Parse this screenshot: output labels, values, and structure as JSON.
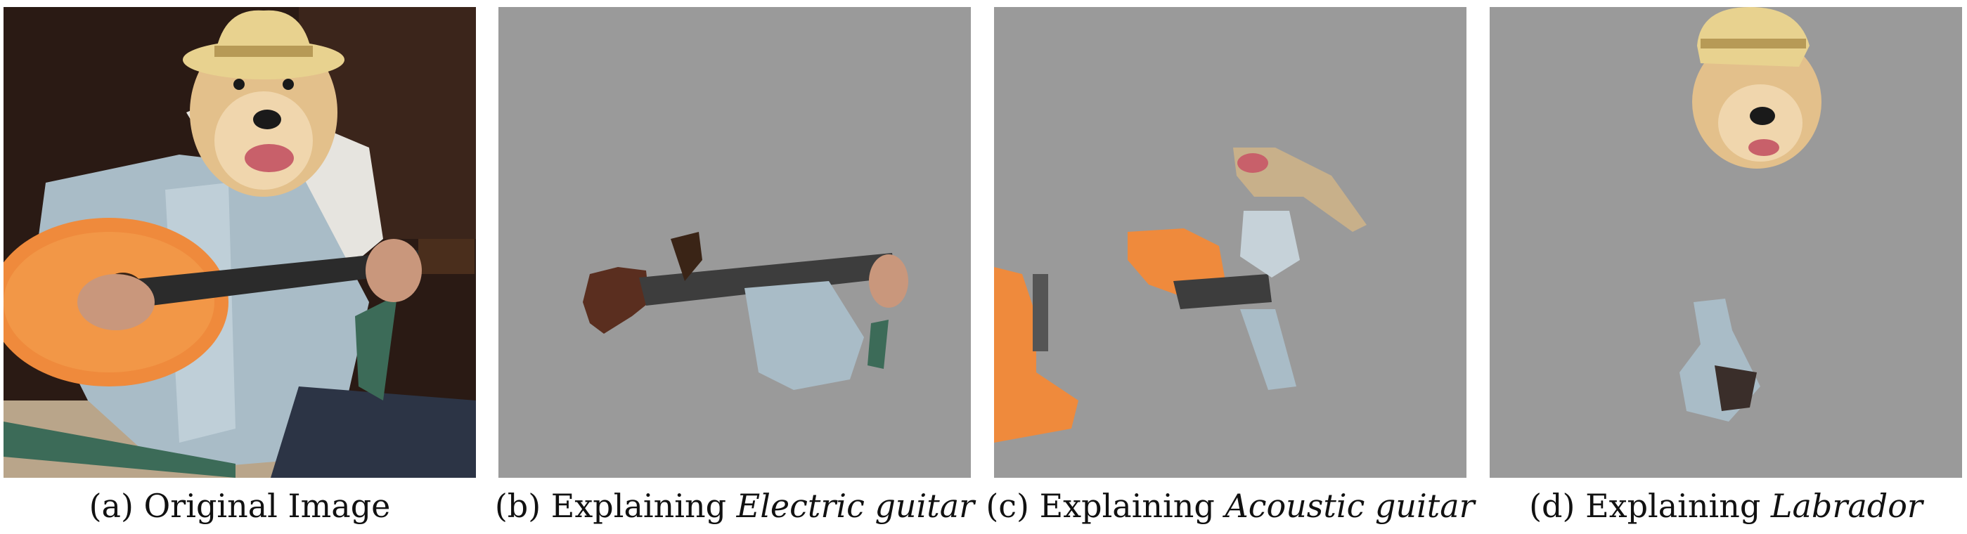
{
  "panels": [
    {
      "id": "a",
      "label": "(a) Original Image",
      "prefix": "(a) Original Image",
      "emph": ""
    },
    {
      "id": "b",
      "label": "(b) Explaining Electric guitar",
      "prefix": "(b) Explaining ",
      "emph": "Electric guitar"
    },
    {
      "id": "c",
      "label": "(c) Explaining Acoustic guitar",
      "prefix": "(c) Explaining ",
      "emph": "Acoustic guitar"
    },
    {
      "id": "d",
      "label": "(d) Explaining Labrador",
      "prefix": "(d) Explaining ",
      "emph": "Labrador"
    }
  ],
  "colors": {
    "mask_gray": "#9a9a9a",
    "guitar_orange": "#ef8a3c",
    "shirt_blue": "#a9bcc7",
    "fur_golden": "#e3c08b",
    "hat_straw": "#e8d28f",
    "background_dark": "#2a1a14"
  }
}
